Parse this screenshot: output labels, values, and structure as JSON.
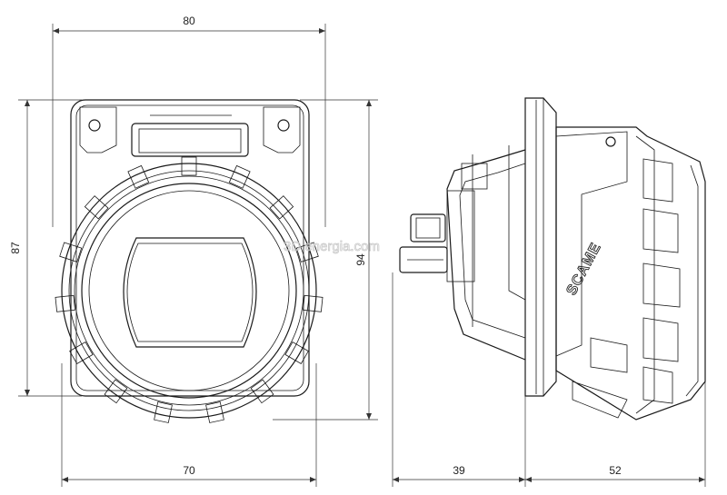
{
  "dimensions": {
    "front_width_top": "80",
    "front_height_left": "87",
    "front_height_right": "94",
    "front_width_bottom": "70",
    "side_depth_rear": "39",
    "side_depth_front": "52"
  },
  "brand_label": "SCAME",
  "watermark": "3D energia.com"
}
